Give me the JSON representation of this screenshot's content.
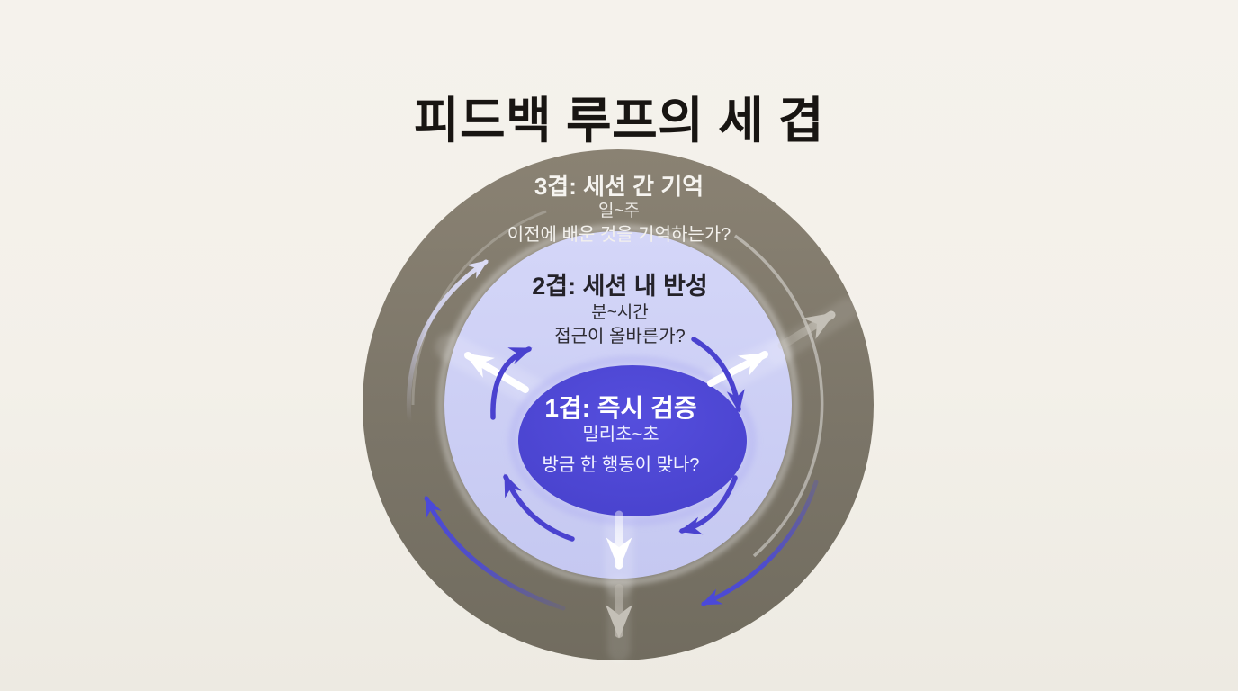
{
  "title": "피드백 루프의 세 겹",
  "diagram": {
    "type": "concentric-feedback-loops",
    "layers": [
      {
        "id": "layer3",
        "label": "3겹: 세션 간 기억",
        "timescale": "일~주",
        "question": "이전에 배운 것을 기억하는가?",
        "ring_color": "#7d7668",
        "text_color": "#f6f4f0"
      },
      {
        "id": "layer2",
        "label": "2겹: 세션 내 반성",
        "timescale": "분~시간",
        "question": "접근이 올바른가?",
        "ring_color": "#cdd0f5",
        "text_color": "#242229"
      },
      {
        "id": "layer1",
        "label": "1겹: 즉시 검증",
        "timescale": "밀리초~초",
        "question": "방금 한 행동이 맞나?",
        "ring_color": "#4b44d2",
        "text_color": "#ffffff"
      }
    ],
    "colors": {
      "background": "#f3f0e9",
      "title_text": "#181512",
      "purple_arrow": "#4a42cf",
      "indigo_arrow": "#4b49d8",
      "light_lavender_arrow": "#d5d5f1",
      "white_arrow": "#ffffff",
      "gray_arrow": "#b9b4ab",
      "thin_arc": "#ffffff"
    }
  }
}
